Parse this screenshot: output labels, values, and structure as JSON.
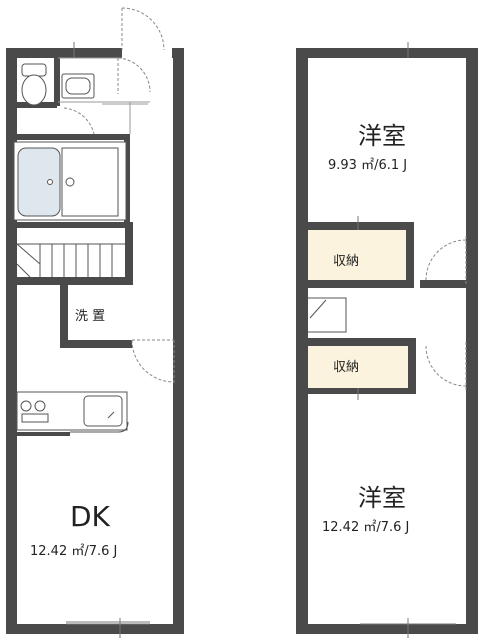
{
  "floor1": {
    "dk": {
      "name": "DK",
      "area": "12.42 ㎡/7.6 J"
    },
    "washroom": {
      "name": "洗 置"
    }
  },
  "floor2": {
    "room_upper": {
      "name": "洋室",
      "area": "9.93 ㎡/6.1 J"
    },
    "room_lower": {
      "name": "洋室",
      "area": "12.42 ㎡/7.6 J"
    },
    "storage_upper": {
      "name": "収納"
    },
    "storage_lower": {
      "name": "収納"
    }
  },
  "colors": {
    "wall": "#4a4a4a",
    "storage_fill": "#fbf3de",
    "fixture_fill": "#ffffff",
    "line": "#777777"
  }
}
